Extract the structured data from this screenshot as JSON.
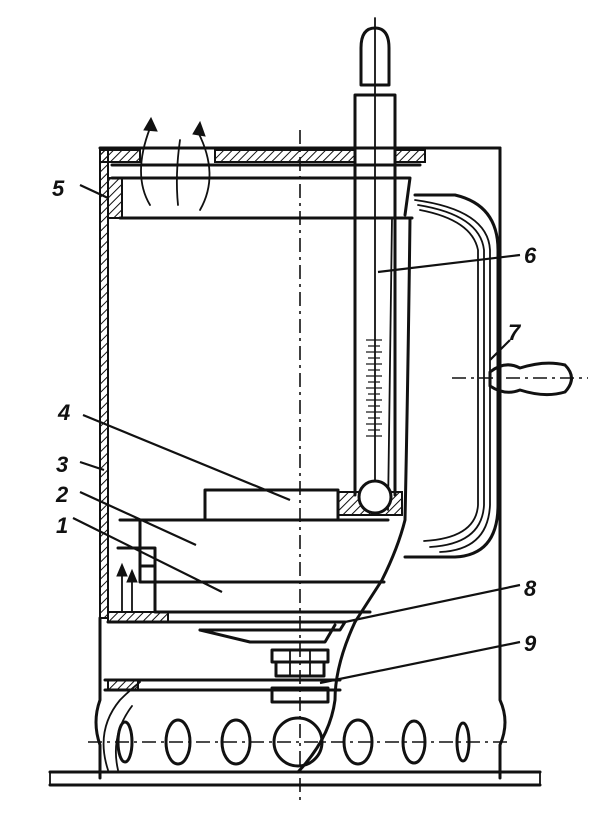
{
  "callouts": [
    {
      "key": "c1",
      "text": "1"
    },
    {
      "key": "c2",
      "text": "2"
    },
    {
      "key": "c3",
      "text": "3"
    },
    {
      "key": "c4",
      "text": "4"
    },
    {
      "key": "c5",
      "text": "5"
    },
    {
      "key": "c6",
      "text": "6"
    },
    {
      "key": "c7",
      "text": "7"
    },
    {
      "key": "c8",
      "text": "8"
    },
    {
      "key": "c9",
      "text": "9"
    }
  ],
  "icons": {
    "airflow": "curved-arrow-icon",
    "thermometer": "thermometer-icon",
    "handle": "knob-handle-icon"
  }
}
